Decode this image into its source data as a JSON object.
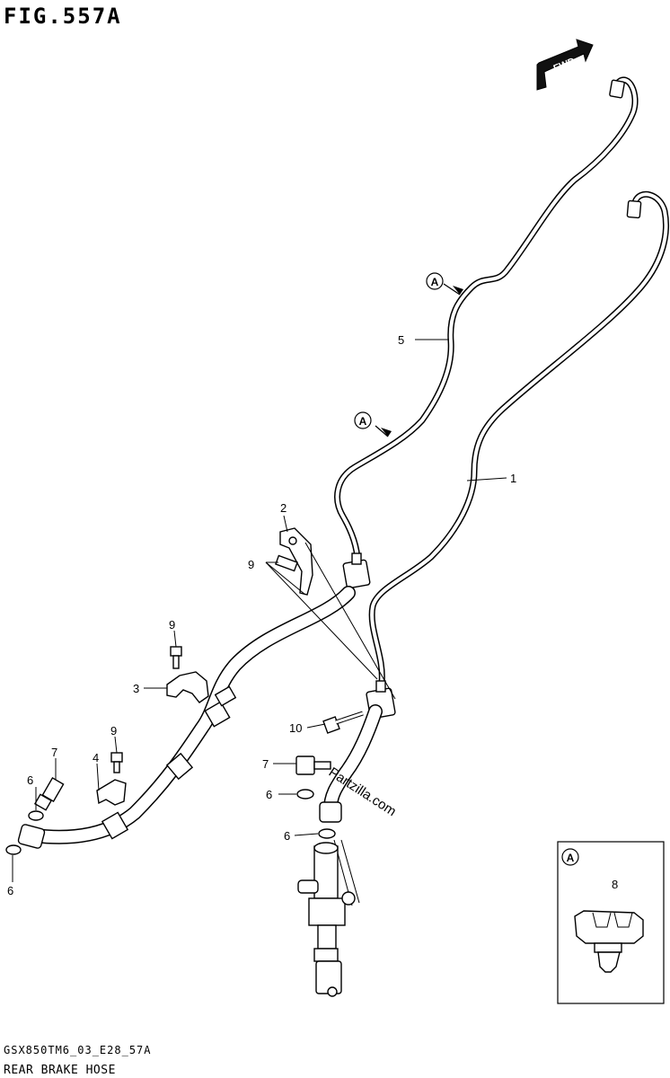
{
  "figure": {
    "title": "FIG.557A",
    "code": "GSX850TM6_03_E28_57A",
    "caption": "REAR BRAKE HOSE",
    "watermark": "Partzilla.com",
    "fwd_label": "FWD"
  },
  "callouts": [
    {
      "id": "c1",
      "label": "1"
    },
    {
      "id": "c2",
      "label": "2"
    },
    {
      "id": "c3",
      "label": "3"
    },
    {
      "id": "c4",
      "label": "4"
    },
    {
      "id": "c5",
      "label": "5"
    },
    {
      "id": "c6a",
      "label": "6"
    },
    {
      "id": "c6b",
      "label": "6"
    },
    {
      "id": "c6c",
      "label": "6"
    },
    {
      "id": "c6d",
      "label": "6"
    },
    {
      "id": "c7a",
      "label": "7"
    },
    {
      "id": "c7b",
      "label": "7"
    },
    {
      "id": "c9a",
      "label": "9"
    },
    {
      "id": "c9b",
      "label": "9"
    },
    {
      "id": "c9c",
      "label": "9"
    },
    {
      "id": "c10",
      "label": "10"
    }
  ],
  "view_markers": [
    {
      "id": "m1",
      "label": "A"
    },
    {
      "id": "m2",
      "label": "A"
    }
  ],
  "inset": {
    "marker": "A",
    "callout": "8"
  }
}
